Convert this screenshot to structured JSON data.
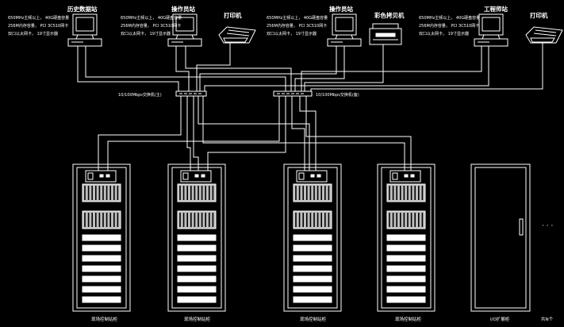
{
  "colors": {
    "background": "#000000",
    "line": "#ffffff",
    "rack_gray": "#bdbdbd"
  },
  "stations": {
    "history": {
      "title": "历史数据站",
      "spec": [
        "650MHz主频以上， 40G硬盘容量",
        "256M内存容量， PCI 3C510网卡",
        "双口以太网卡， 19寸显示器"
      ]
    },
    "engineer": {
      "title": "操作员站",
      "spec": [
        "650MHz主频以上， 40G硬盘容量",
        "256M内存容量， PCI 3C510网卡",
        "双口以太网卡， 19寸显示器"
      ]
    },
    "operator": {
      "title": "操作员站",
      "spec": [
        "650MHz主频以上， 40G硬盘容量",
        "256M内存容量， PCI 3C510网卡",
        "双口以太网卡， 19寸显示器"
      ]
    },
    "engineering": {
      "title": "工程师站",
      "spec": [
        "650MHz主频以上， 40G硬盘容量",
        "256M内存容量， PCI 3C510网卡",
        "双口以太网卡， 19寸显示器"
      ]
    }
  },
  "printers": {
    "printer1": "打印机",
    "copier": "彩色拷贝机",
    "printer2": "打印机"
  },
  "switches": {
    "left": "10/100Mbps交换机(主)",
    "right": "10/100Mbps交换机(备)"
  },
  "cabinets": [
    "现场控制站柜",
    "现场控制站柜",
    "现场控制站柜",
    "现场控制站柜",
    "I/O扩展柜"
  ],
  "more": {
    "dots": "· · ·",
    "label": "共N个"
  }
}
